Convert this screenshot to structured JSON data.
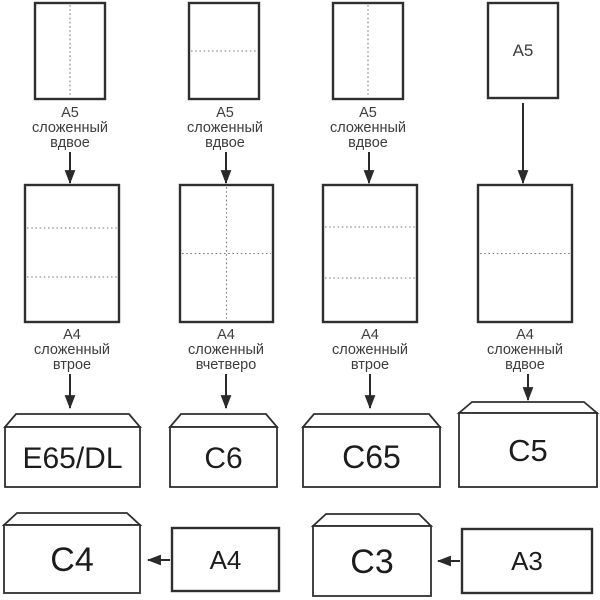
{
  "colors": {
    "stroke": "#2f2f2f",
    "fold_line": "#7a7a7a",
    "highlight_fill": "#f3a5a5",
    "caption_text": "#3d3d3d",
    "label_text": "#1c1c1c",
    "background": "#ffffff"
  },
  "columns": [
    {
      "top_caption": {
        "line1": "A5",
        "line2": "сложенный",
        "line3": "вдвое"
      },
      "mid_caption": {
        "line1": "A4",
        "line2": "сложенный",
        "line3": "втрое"
      },
      "envelope_label": "E65/DL"
    },
    {
      "top_caption": {
        "line1": "A5",
        "line2": "сложенный",
        "line3": "вдвое"
      },
      "mid_caption": {
        "line1": "A4",
        "line2": "сложенный",
        "line3": "вчетверо"
      },
      "envelope_label": "C6"
    },
    {
      "top_caption": {
        "line1": "A5",
        "line2": "сложенный",
        "line3": "вдвое"
      },
      "mid_caption": {
        "line1": "A4",
        "line2": "сложенный",
        "line3": "втрое"
      },
      "envelope_label": "C65"
    },
    {
      "sheet_inner_label": "A5",
      "mid_caption": {
        "line1": "A4",
        "line2": "сложенный",
        "line3": "вдвое"
      },
      "envelope_label": "C5"
    }
  ],
  "bottom_row": [
    {
      "envelope_label": "C4",
      "sheet_label": "A4",
      "highlighted": true
    },
    {
      "envelope_label": "C3",
      "sheet_label": "A3",
      "highlighted": false
    }
  ]
}
